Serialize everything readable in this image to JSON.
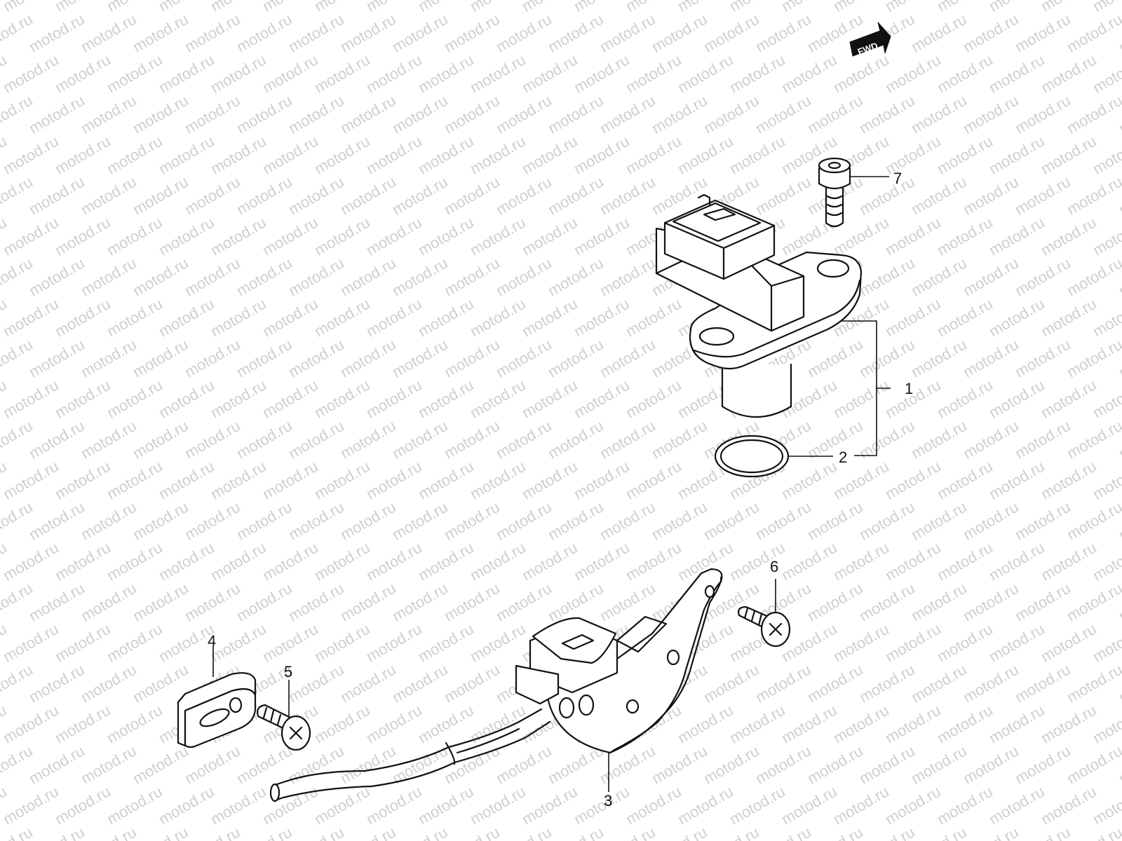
{
  "watermark": {
    "text": "motod.ru"
  },
  "fwd_indicator": {
    "label": "FWD"
  },
  "callouts": {
    "c1": "1",
    "c2": "2",
    "c3": "3",
    "c4": "4",
    "c5": "5",
    "c6": "6",
    "c7": "7"
  }
}
